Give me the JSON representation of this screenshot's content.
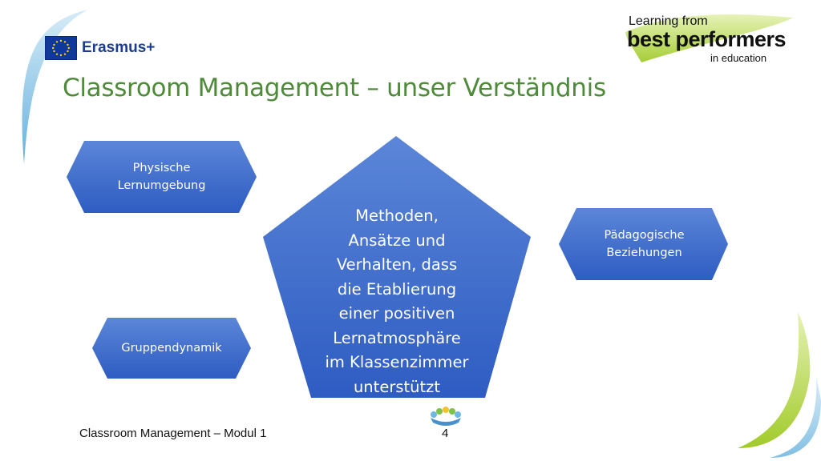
{
  "header": {
    "program_logo_text": "Erasmus+",
    "brand_logo": {
      "line1": "Learning from",
      "line2": "best performers",
      "line3": "in education"
    }
  },
  "slide": {
    "title": "Classroom Management – unser Verständnis",
    "center": {
      "lines": [
        "Methoden,",
        "Ansätze und",
        "Verhalten, dass",
        "die Etablierung",
        "einer positiven",
        "Lernatmosphäre",
        "im Klassenzimmer",
        "unterstützt"
      ]
    },
    "hexagons": {
      "physical": {
        "line1": "Physische",
        "line2": "Lernumgebung"
      },
      "pedagogical": {
        "line1": "Pädagogische",
        "line2": "Beziehungen"
      },
      "group": {
        "label": "Gruppendynamik"
      }
    }
  },
  "footer": {
    "left": "Classroom Management – Modul 1",
    "page_number": "4"
  },
  "colors": {
    "title": "#4e8a3a",
    "shape_fill_top": "#5a84d6",
    "shape_fill_bottom": "#2f5ec4",
    "accent_green": "#a8d12a",
    "accent_blue": "#5fb0dc"
  }
}
